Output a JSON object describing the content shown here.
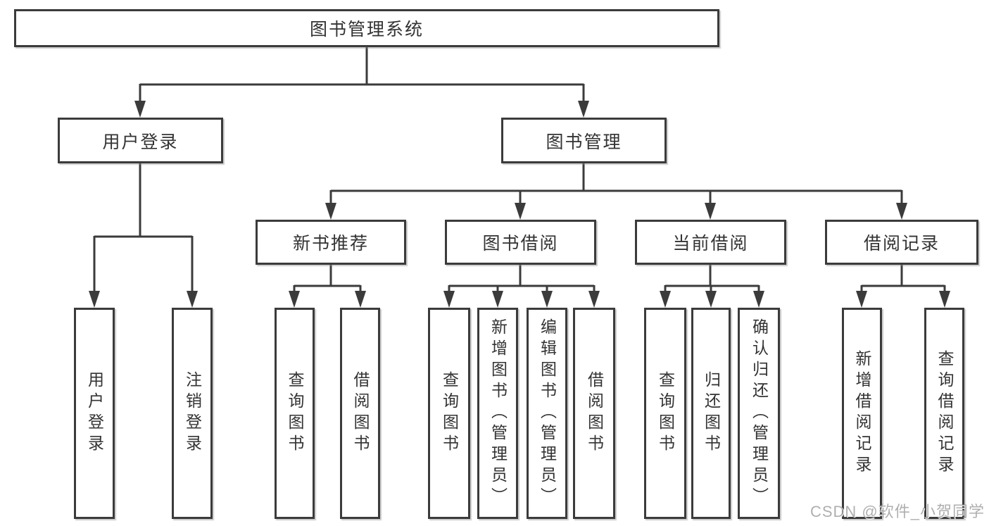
{
  "diagram": {
    "root": "图书管理系统",
    "level2": {
      "user_login": "用户登录",
      "book_management": "图书管理"
    },
    "level3": {
      "new_book_recommend": "新书推荐",
      "book_borrow": "图书借阅",
      "current_borrow": "当前借阅",
      "borrow_record": "借阅记录"
    },
    "leaves": {
      "user_login": "用户登录",
      "logout": "注销登录",
      "rec_query_book": "查询图书",
      "rec_borrow_book": "借阅图书",
      "bb_query_book": "查询图书",
      "bb_add_book": "新增图书（管理员）",
      "bb_edit_book": "编辑图书（管理员）",
      "bb_borrow_book": "借阅图书",
      "cb_query_book": "查询图书",
      "cb_return_book": "归还图书",
      "cb_confirm_return": "确认归还（管理员）",
      "br_add_record": "新增借阅记录",
      "br_query_record": "查询借阅记录"
    }
  },
  "watermark": "CSDN @软件_小贺同学",
  "colors": {
    "line": "#3b3b3b",
    "box_background": "#ffffff",
    "text": "#333333",
    "watermark": "#9b9b9b"
  }
}
